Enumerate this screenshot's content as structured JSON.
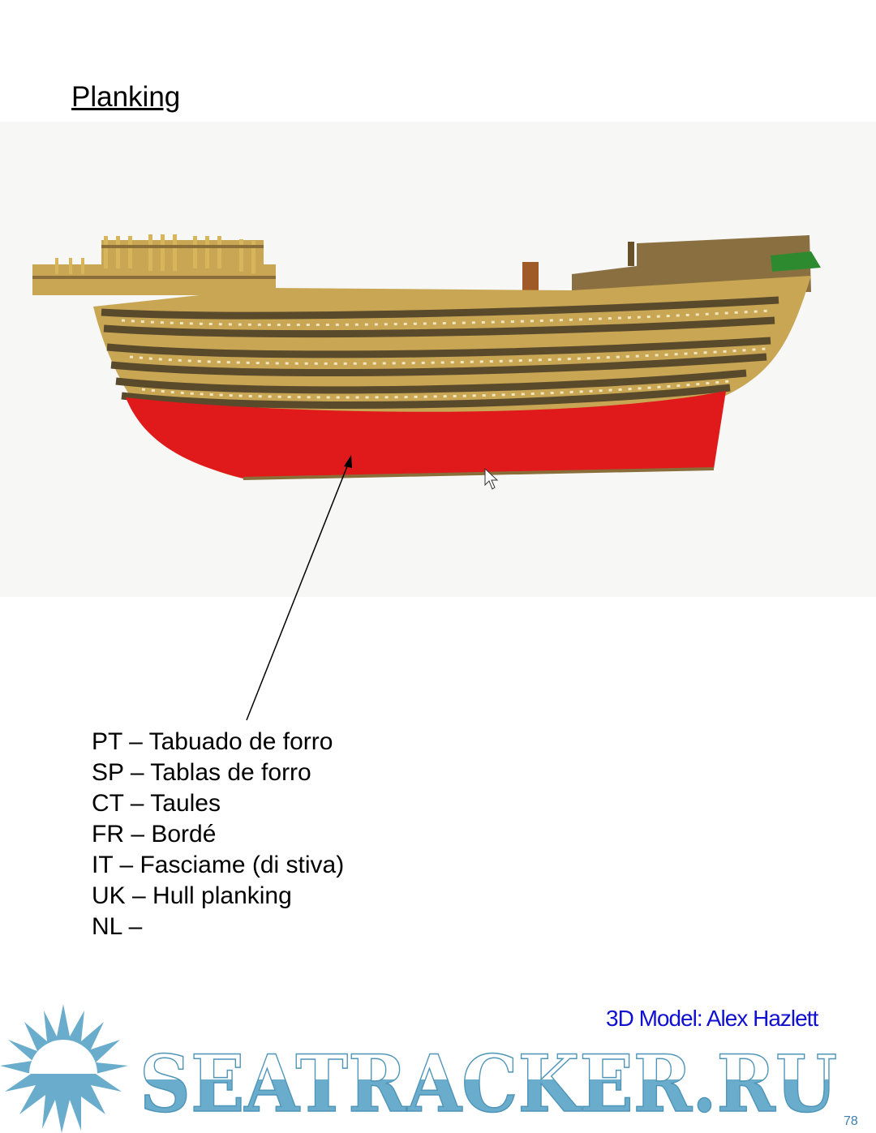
{
  "title": "Planking",
  "terms": [
    "PT – Tabuado de forro",
    "SP – Tablas de forro",
    "CT – Taules",
    "FR – Bordé",
    "IT – Fasciame (di stiva)",
    "UK – Hull planking",
    "NL –"
  ],
  "credit": "3D Model: Alex Hazlett",
  "page_number": "78",
  "watermark_text": "SEATRACKER.RU",
  "colors": {
    "hull_red": "#e01a1a",
    "plank_dark": "#5a4a2c",
    "plank_light": "#c9a653",
    "watermark": "#6aaccc",
    "credit": "#1010d0"
  }
}
